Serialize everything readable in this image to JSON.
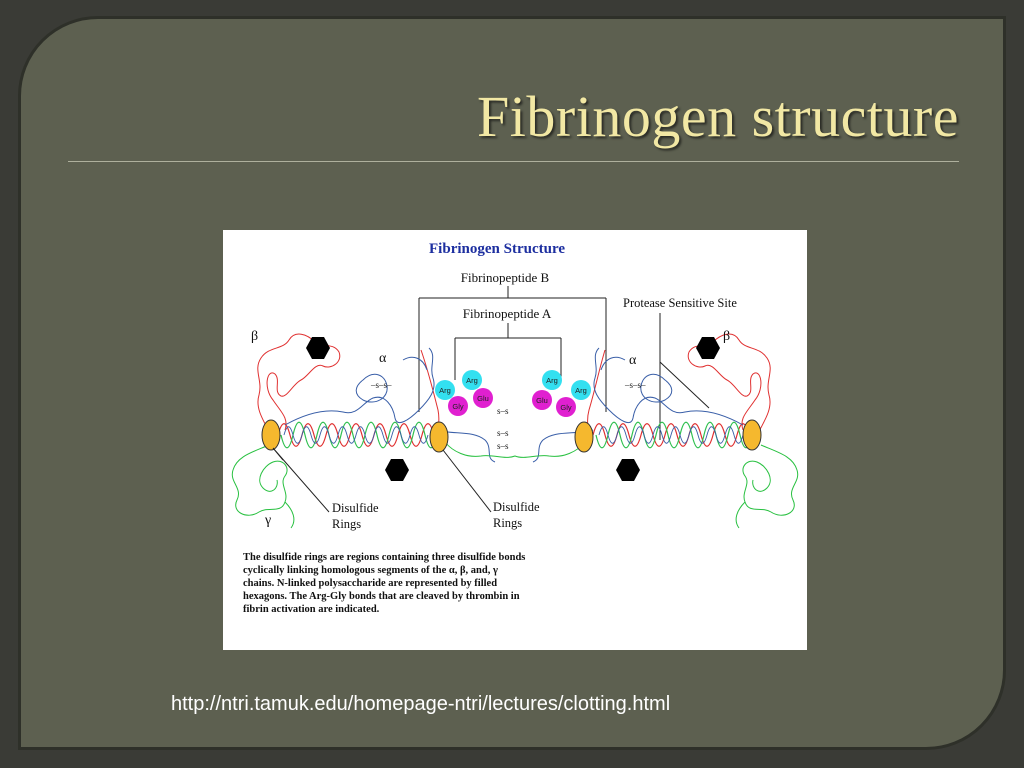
{
  "slide": {
    "title": "Fibrinogen structure",
    "source_url": "http://ntri.tamuk.edu/homepage-ntri/lectures/clotting.html"
  },
  "figure": {
    "title": "Fibrinogen Structure",
    "labels": {
      "fibrinopeptide_b": "Fibrinopeptide B",
      "fibrinopeptide_a": "Fibrinopeptide A",
      "protease_site": "Protease Sensitive Site",
      "beta": "β",
      "alpha": "α",
      "gamma": "γ",
      "disulfide_line1": "Disulfide",
      "disulfide_line2": "Rings",
      "ss": "s–s",
      "ss_bond": "–s–s–"
    },
    "residues": [
      "Arg",
      "Gly",
      "Glu"
    ],
    "residues_right": [
      "Arg",
      "Arg",
      "Glu",
      "Gly"
    ],
    "caption": [
      "The disulfide rings are regions containing three disulfide bonds",
      "cyclically linking homologous segments of the α, β, and, γ",
      "chains.  N-linked polysaccharide are represented by filled",
      "hexagons.  The Arg-Gly bonds that are cleaved by thrombin in",
      "fibrin activation are indicated."
    ],
    "colors": {
      "beta_chain": "#e03030",
      "alpha_chain": "#3a5fa8",
      "gamma_chain": "#28c040",
      "helix_green": "#30c050",
      "ring": "#f5b82e",
      "arg": "#33e0f0",
      "glu_gly": "#e020d0",
      "title": "#1d2fa0"
    }
  }
}
